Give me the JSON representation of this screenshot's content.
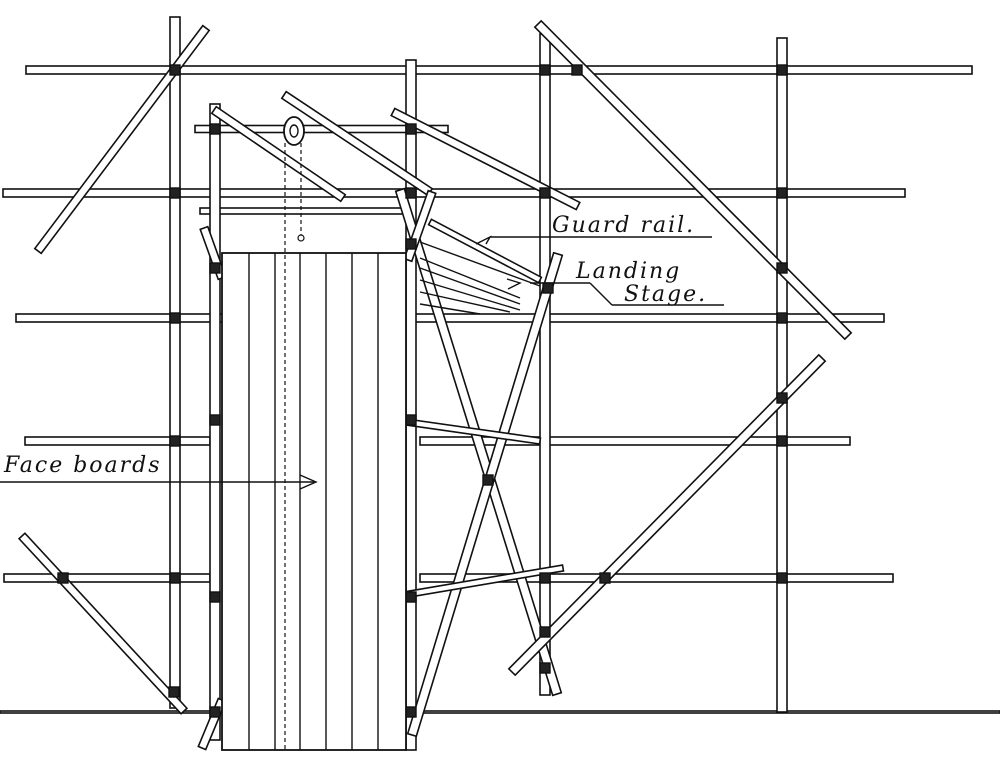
{
  "labels": {
    "guard_rail": "Guard rail.",
    "landing": "Landing",
    "stage": "Stage.",
    "face_boards": "Face boards"
  },
  "colors": {
    "ink": "#111111",
    "paper": "#ffffff"
  }
}
